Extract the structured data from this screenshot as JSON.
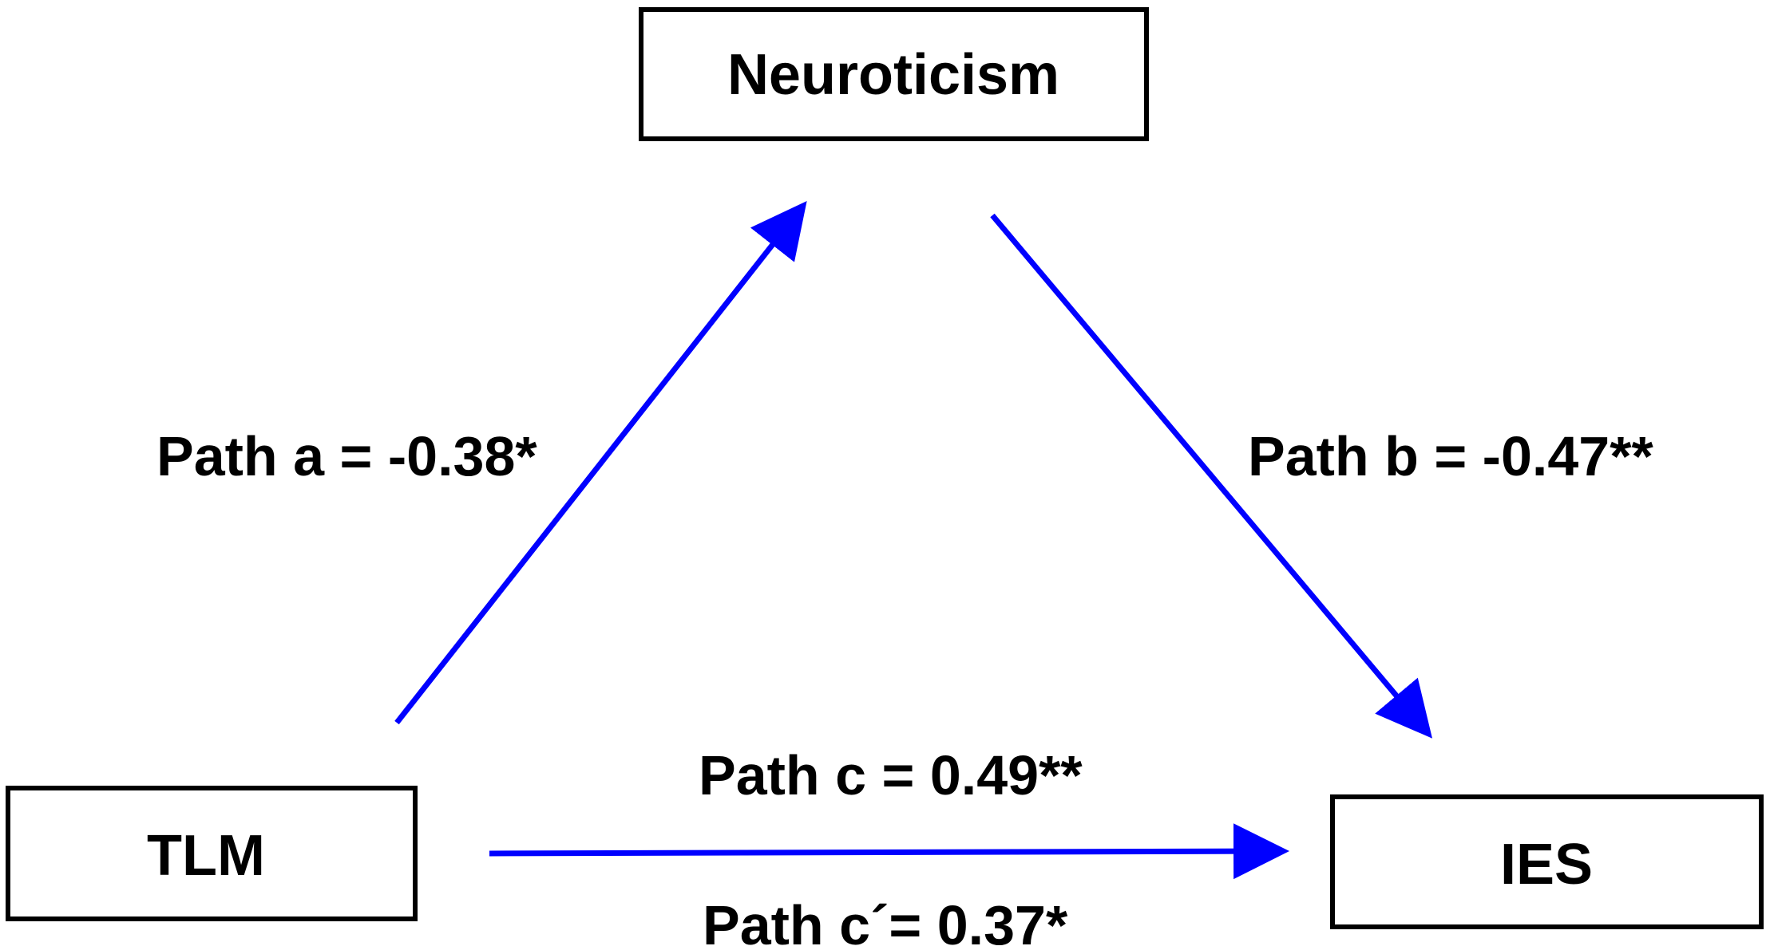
{
  "nodes": {
    "mediator": {
      "label": "Neuroticism"
    },
    "predictor": {
      "label": "TLM"
    },
    "outcome": {
      "label": "IES"
    }
  },
  "paths": {
    "a": {
      "label": "Path a = -0.38*"
    },
    "b": {
      "label": "Path b = -0.47**"
    },
    "c": {
      "label": "Path c = 0.49**"
    },
    "c_prime": {
      "label": "Path c´= 0.37*"
    }
  },
  "colors": {
    "arrow": "#0000ff",
    "box_stroke": "#000000",
    "text": "#000000",
    "background": "#ffffff"
  }
}
